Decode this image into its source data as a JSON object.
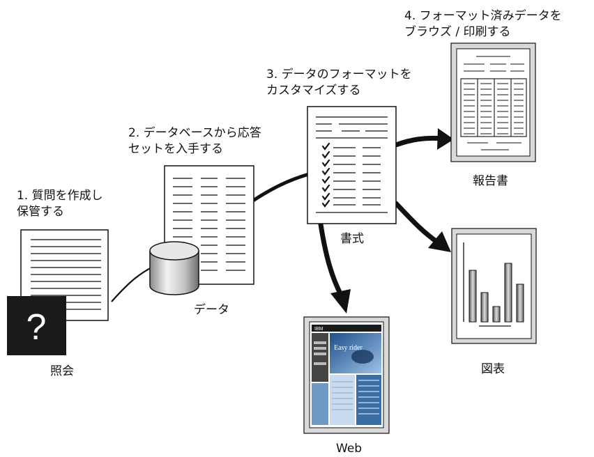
{
  "steps": {
    "step1": {
      "line1": "1. 質問を作成し",
      "line2": "保管する"
    },
    "step2": {
      "line1": "2. データベースから応答",
      "line2": "セットを入手する"
    },
    "step3": {
      "line1": "3. データのフォーマットを",
      "line2": "カスタマイズする"
    },
    "step4": {
      "line1": "4. フォーマット済みデータを",
      "line2": "ブラウズ / 印刷する"
    }
  },
  "captions": {
    "query": "照会",
    "data": "データ",
    "format": "書式",
    "report": "報告書",
    "chart": "図表",
    "web": "Web"
  },
  "query_icon": {
    "symbol": "?"
  },
  "web_page": {
    "logo": "IBM",
    "headline": "Easy rider"
  },
  "colors": {
    "ink": "#111111",
    "query_box": "#1a1a1a",
    "frame": "#d8d8d8",
    "web_blue": "#3a6ea5"
  }
}
